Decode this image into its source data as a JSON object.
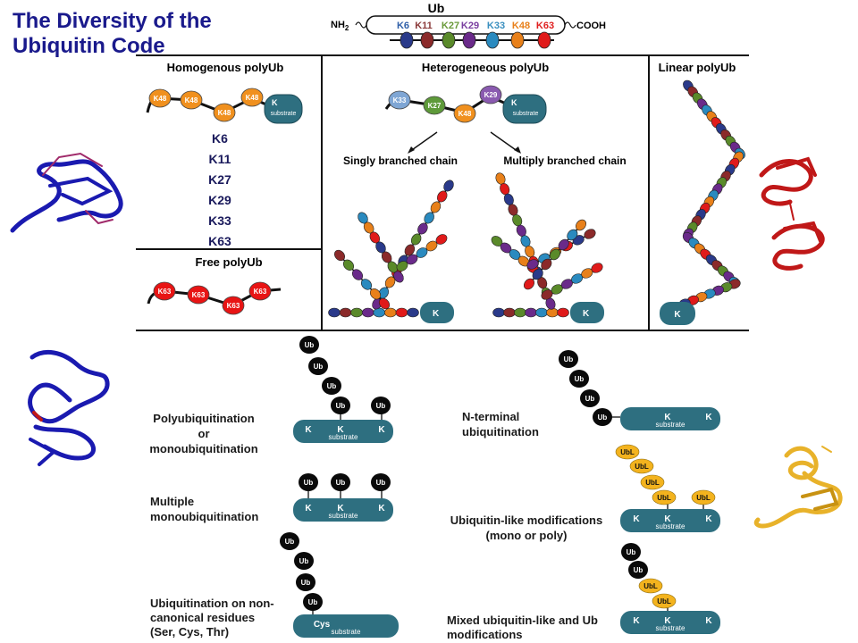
{
  "title": {
    "line1": "The Diversity of the",
    "line2": "Ubiquitin Code"
  },
  "ub_header": {
    "label": "Ub",
    "nh2": "NH",
    "nh2_sub": "2",
    "cooh": "COOH",
    "lysines": [
      {
        "name": "K6",
        "color": "#2f5fa8"
      },
      {
        "name": "K11",
        "color": "#8b3a3a"
      },
      {
        "name": "K27",
        "color": "#6a9a3a"
      },
      {
        "name": "K29",
        "color": "#7a3fa0"
      },
      {
        "name": "K33",
        "color": "#3a8fbf"
      },
      {
        "name": "K48",
        "color": "#e8801a"
      },
      {
        "name": "K63",
        "color": "#e02020"
      }
    ],
    "bead_colors": [
      "#2a3a8a",
      "#8b2a2a",
      "#5a8a2a",
      "#6a2a8a",
      "#2a8abf",
      "#e8801a",
      "#e01a1a"
    ]
  },
  "sections": {
    "homogenous": "Homogenous polyUb",
    "heterogeneous": "Heterogeneous polyUb",
    "linear": "Linear polyUb",
    "free": "Free polyUb",
    "singly": "Singly branched chain",
    "multiply": "Multiply branched chain"
  },
  "homogenous_chain": [
    "K48",
    "K48",
    "K48",
    "K48"
  ],
  "homogenous_list": [
    "K6",
    "K11",
    "K27",
    "K29",
    "K33",
    "K63"
  ],
  "free_chain": [
    "K63",
    "K63",
    "K63",
    "K63"
  ],
  "hetero_chain": [
    "K33",
    "K27",
    "K48",
    "K29"
  ],
  "substrate": {
    "k": "K",
    "name": "substrate",
    "cys": "Cys"
  },
  "ub_label": "Ub",
  "ubl_label": "UbL",
  "modifications": {
    "poly_mono": [
      "Polyubiquitination",
      "or",
      "monoubiquitination"
    ],
    "multiple_mono": [
      "Multiple",
      "monoubiquitination"
    ],
    "noncanonical": [
      "Ubiquitination on non-",
      "canonical residues",
      "(Ser, Cys, Thr)"
    ],
    "nterminal": [
      "N-terminal",
      "ubiquitination"
    ],
    "ubl": [
      "Ubiquitin-like modifications",
      "(mono or poly)"
    ],
    "mixed": [
      "Mixed ubiquitin-like and Ub",
      "modifications"
    ]
  },
  "colors": {
    "substrate": "#2e6f80",
    "k48": "#f0901e",
    "k63": "#e81414",
    "k33": "#7fa6d4",
    "k27": "#5e9a3a",
    "k29": "#8a5ab0",
    "ubl": "#f3b31e",
    "ub": "#0a0a0a",
    "protein_blue": "#1a1ab0",
    "protein_red": "#c01818",
    "protein_gold": "#e8b22a"
  }
}
